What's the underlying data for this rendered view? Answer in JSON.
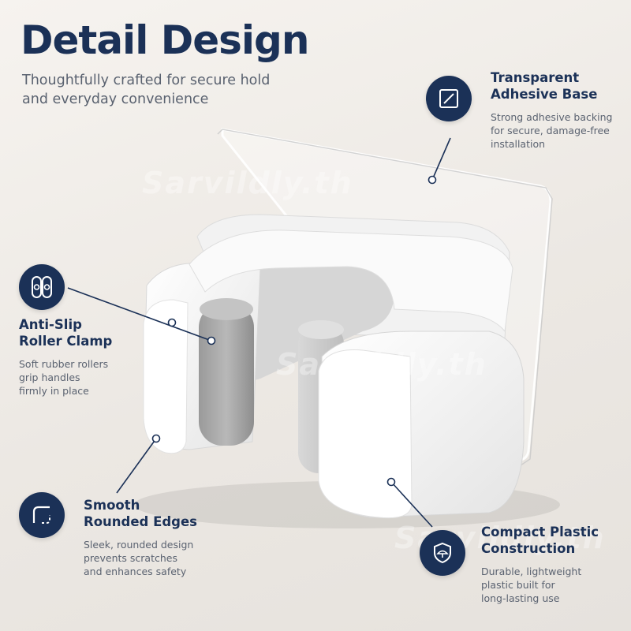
{
  "header": {
    "title": "Detail Design",
    "subtitle_lines": [
      "Thoughtfully crafted for secure hold",
      "and everyday convenience"
    ]
  },
  "features": [
    {
      "icon": "adhesive-square-icon",
      "title_lines": [
        "Transparent",
        "Adhesive Base"
      ],
      "desc_lines": [
        "Strong adhesive backing",
        "for secure, damage-free",
        "installation"
      ]
    },
    {
      "icon": "rollers-icon",
      "title_lines": [
        "Anti-Slip",
        "Roller Clamp"
      ],
      "desc_lines": [
        "Soft rubber rollers",
        "grip handles",
        "firmly in place"
      ]
    },
    {
      "icon": "rounded-corner-icon",
      "title_lines": [
        "Smooth",
        "Rounded Edges"
      ],
      "desc_lines": [
        "Sleek, rounded design",
        "prevents scratches",
        "and enhances safety"
      ]
    },
    {
      "icon": "shield-umbrella-icon",
      "title_lines": [
        "Compact Plastic",
        "Construction"
      ],
      "desc_lines": [
        "Durable, lightweight",
        "plastic built for",
        "long-lasting use"
      ]
    }
  ],
  "watermark": "Sarvildly.th",
  "colors": {
    "navy": "#1b3157",
    "body_text": "#5a6270",
    "background": "#efebe6"
  }
}
